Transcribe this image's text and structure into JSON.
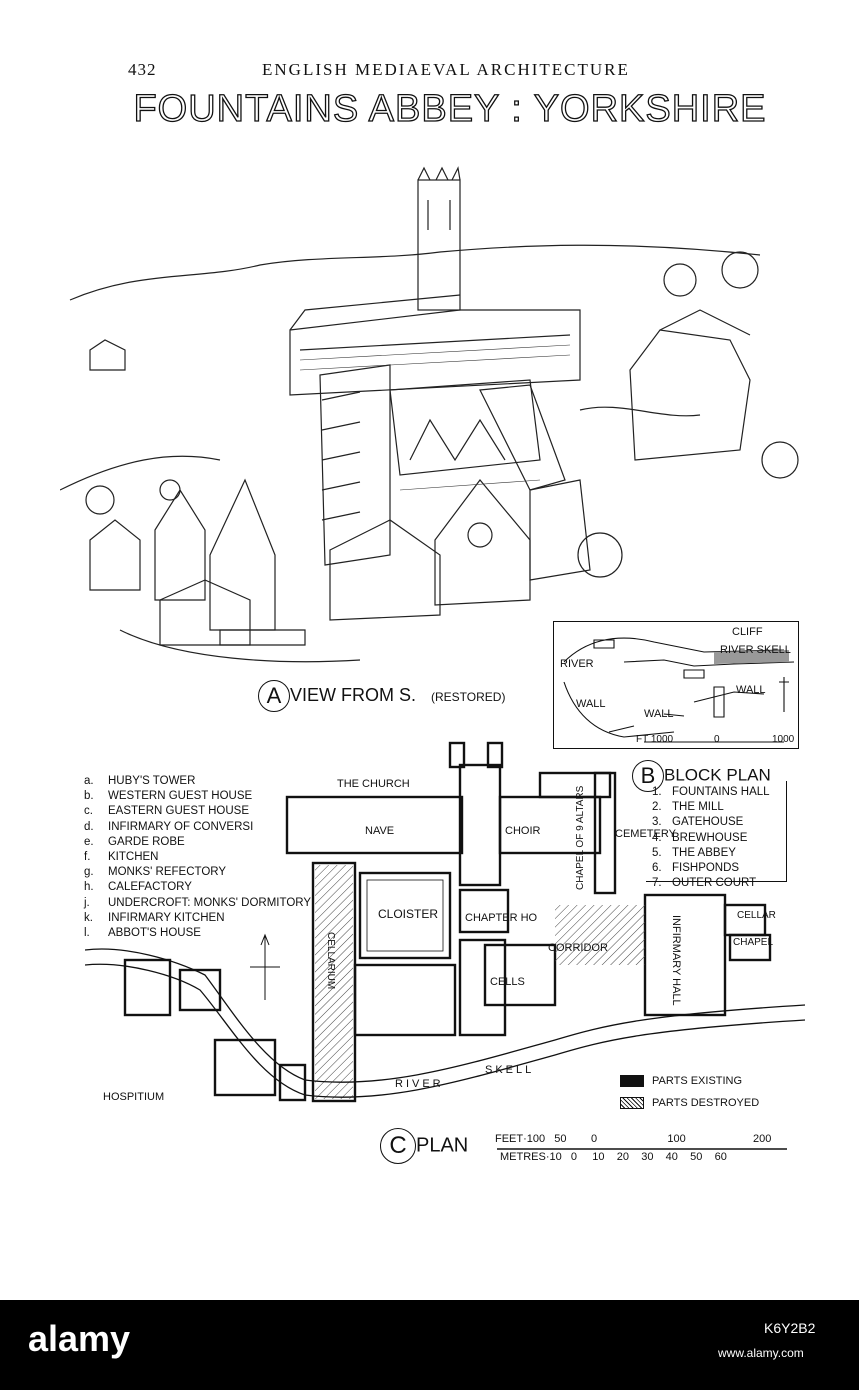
{
  "header": {
    "page_number": "432",
    "running_title": "ENGLISH MEDIAEVAL ARCHITECTURE",
    "main_title": "FOUNTAINS ABBEY : YORKSHIRE"
  },
  "view": {
    "letter": "A",
    "caption": "VIEW FROM S.",
    "note": "(RESTORED)"
  },
  "legend": [
    {
      "key": "a.",
      "label": "HUBY'S TOWER"
    },
    {
      "key": "b.",
      "label": "WESTERN GUEST HOUSE"
    },
    {
      "key": "c.",
      "label": "EASTERN GUEST HOUSE"
    },
    {
      "key": "d.",
      "label": "INFIRMARY OF CONVERSI"
    },
    {
      "key": "e.",
      "label": "GARDE ROBE"
    },
    {
      "key": "f.",
      "label": "KITCHEN"
    },
    {
      "key": "g.",
      "label": "MONKS' REFECTORY"
    },
    {
      "key": "h.",
      "label": "CALEFACTORY"
    },
    {
      "key": "j.",
      "label": "UNDERCROFT: MONKS' DORMITORY"
    },
    {
      "key": "k.",
      "label": "INFIRMARY KITCHEN"
    },
    {
      "key": "l.",
      "label": "ABBOT'S HOUSE"
    }
  ],
  "block_plan": {
    "letter": "B",
    "title": "BLOCK PLAN",
    "items": [
      {
        "num": "1.",
        "label": "FOUNTAINS HALL"
      },
      {
        "num": "2.",
        "label": "THE MILL"
      },
      {
        "num": "3.",
        "label": "GATEHOUSE"
      },
      {
        "num": "4.",
        "label": "BREWHOUSE"
      },
      {
        "num": "5.",
        "label": "THE ABBEY"
      },
      {
        "num": "6.",
        "label": "FISHPONDS"
      },
      {
        "num": "7.",
        "label": "OUTER COURT"
      }
    ],
    "map_labels": {
      "cliff": "CLIFF",
      "river_skell": "RIVER SKELL",
      "river": "RIVER",
      "wall1": "WALL",
      "wall2": "WALL",
      "wall3": "WALL",
      "scale_left": "FT 1000",
      "scale_mid": "0",
      "scale_right": "1000"
    }
  },
  "plan": {
    "letter": "C",
    "caption": "PLAN",
    "labels": {
      "church": "THE CHURCH",
      "nave": "NAVE",
      "choir": "CHOIR",
      "chapel": "CHAPEL OF 9 ALTARS",
      "cemetery": "CEMETERY",
      "cloister": "CLOISTER",
      "chapter": "CHAPTER HO",
      "cellarium": "CELLARIUM",
      "corridor": "CORRIDOR",
      "cells": "CELLS",
      "infirmary": "INFIRMARY HALL",
      "cellar": "CELLAR",
      "chapel2": "CHAPEL",
      "hospitium": "HOSPITIUM",
      "river": "RIVER",
      "skell": "SKELL"
    },
    "key": {
      "existing": "PARTS EXISTING",
      "destroyed": "PARTS DESTROYED"
    },
    "scale": {
      "feet": "FEET·100   50        0                       100                      200",
      "metres": "METRES·10   0     10    20    30    40    50    60"
    }
  },
  "watermark": {
    "logo": "alamy",
    "image_id": "K6Y2B2",
    "url": "www.alamy.com"
  }
}
